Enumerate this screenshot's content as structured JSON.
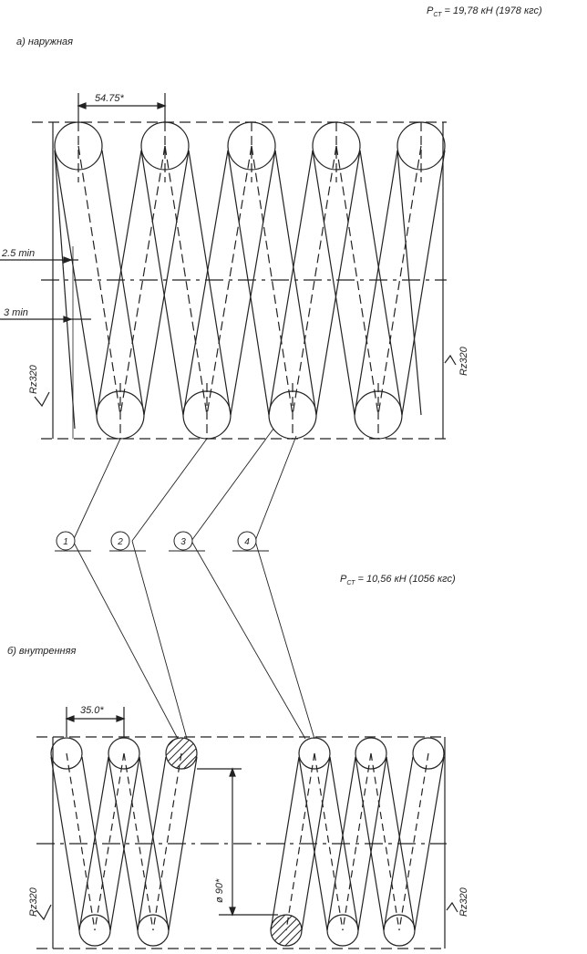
{
  "outer_spring": {
    "force_label": "P",
    "force_sub": "СТ",
    "force_value": " = 19,78 кН (1978 кгс)",
    "title": "а) наружная",
    "pitch_dim": "54.75*",
    "min_dim_1": "2.5 min",
    "min_dim_2": "3 min",
    "roughness_left": "Rz320",
    "roughness_right": "Rz320"
  },
  "inner_spring": {
    "force_label": "P",
    "force_sub": "СТ",
    "force_value": " = 10,56 кН (1056 кгс)",
    "title": "б) внутренняя",
    "pitch_dim": "35.0*",
    "diameter_dim": "ø 90*",
    "roughness_left": "Rz320",
    "roughness_right": "Rz320"
  },
  "callouts": [
    "1",
    "2",
    "3",
    "4"
  ]
}
